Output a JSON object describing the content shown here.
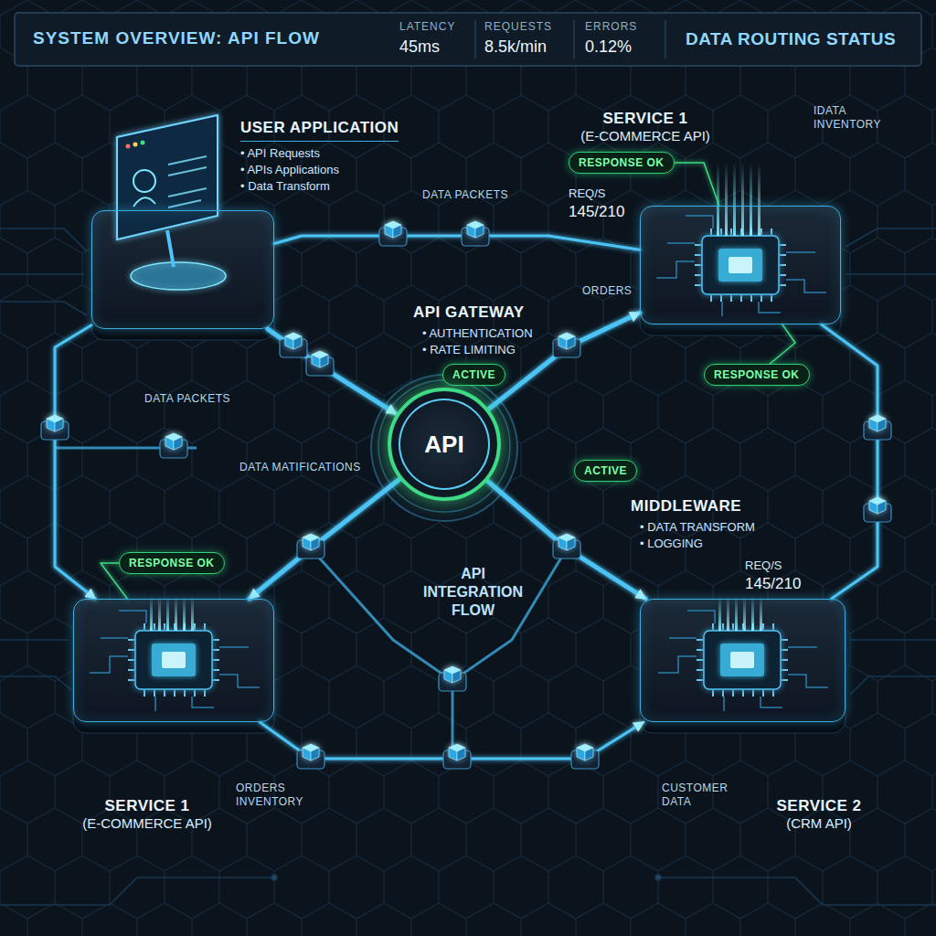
{
  "diagram": {
    "title": "SYSTEM OVERVIEW: API FLOW",
    "nodes": [
      {
        "text": [
          "USER APPLICATION",
          "• API Requests",
          "• APIs Applications",
          "• Data Transform"
        ]
      },
      {
        "text": [
          "SERVICE 1",
          "(E-COMMERCE API)"
        ]
      },
      {
        "text": [
          "RESPONSE OK"
        ]
      },
      {
        "text": [
          "ACTIVE"
        ]
      },
      {
        "text": [
          "RESPONSE OK"
        ]
      },
      {
        "text": [
          "API"
        ]
      },
      {
        "text": [
          "ACTIVE"
        ]
      },
      {
        "text": [
          "RESPONSE OK"
        ]
      },
      {
        "text": [
          "SERVICE 1",
          "(E-COMMERCE API)"
        ]
      },
      {
        "text": [
          "SERVICE 2",
          "(CRM API)"
        ]
      }
    ],
    "edges": [
      {
        "from": 0,
        "to": 5,
        "arrow": "to"
      },
      {
        "from": 5,
        "to": 1,
        "arrow": "to"
      },
      {
        "from": 5,
        "to": 8,
        "arrow": "to"
      },
      {
        "from": 5,
        "to": 9,
        "arrow": "to"
      },
      {
        "from": 0,
        "to": 1,
        "arrow": "none"
      },
      {
        "from": 0,
        "to": 8,
        "arrow": "to"
      },
      {
        "from": 8,
        "to": 9,
        "arrow": "to"
      },
      {
        "from": 1,
        "to": 9,
        "arrow": "none"
      },
      {
        "from": 2,
        "to": 1,
        "arrow": "none"
      },
      {
        "from": 4,
        "to": 1,
        "arrow": "none"
      },
      {
        "from": 7,
        "to": 8,
        "arrow": "none"
      }
    ],
    "labels": [
      "LATENCY",
      "45ms",
      "REQUESTS",
      "8.5k/min",
      "ERRORS",
      "0.12%",
      "DATA ROUTING STATUS",
      "IDATA INVENTORY",
      "REQ/S",
      "145/210",
      "DATA PACKETS",
      "ORDERS",
      "API GATEWAY",
      "• AUTHENTICATION",
      "• RATE LIMITING",
      "DATA PACKETS",
      "DATA MATIFICATIONS",
      "MIDDLEWARE",
      "• DATA TRANSFORM",
      "• LOGGING",
      "REQ/S",
      "145/210",
      "API INTEGRATION FLOW",
      "ORDERS INVENTORY",
      "CUSTOMER DATA"
    ]
  }
}
